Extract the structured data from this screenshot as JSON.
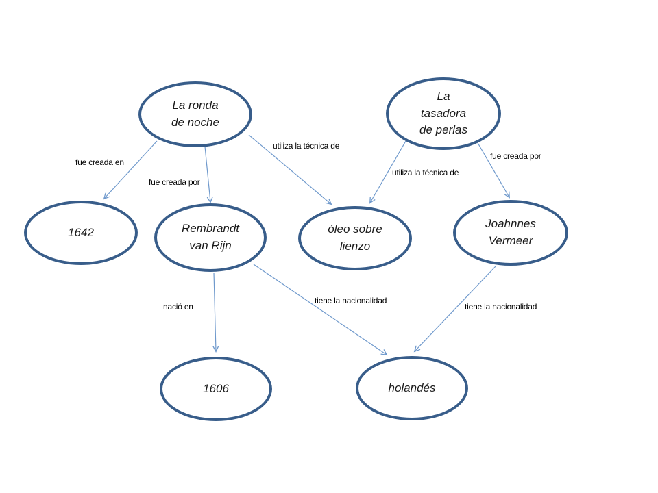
{
  "diagram": {
    "type": "concept-map",
    "colors": {
      "background": "#ffffff",
      "node_border": "#385d8a",
      "edge": "#6f99cc",
      "text": "#000000"
    },
    "nodes": [
      {
        "id": "la-ronda-de-noche",
        "label": "La ronda\nde noche"
      },
      {
        "id": "la-tasadora-de-perlas",
        "label": "La\ntasadora\nde perlas"
      },
      {
        "id": "1642",
        "label": "1642"
      },
      {
        "id": "rembrandt-van-rijn",
        "label": "Rembrandt\nvan Rijn"
      },
      {
        "id": "oleo-sobre-lienzo",
        "label": "óleo sobre\nlienzo"
      },
      {
        "id": "joahnnes-vermeer",
        "label": "Joahnnes\nVermeer"
      },
      {
        "id": "1606",
        "label": "1606"
      },
      {
        "id": "holandes",
        "label": "holandés"
      }
    ],
    "edges": [
      {
        "from": "la-ronda-de-noche",
        "to": "1642",
        "label": "fue creada en"
      },
      {
        "from": "la-ronda-de-noche",
        "to": "rembrandt-van-rijn",
        "label": "fue creada por"
      },
      {
        "from": "la-ronda-de-noche",
        "to": "oleo-sobre-lienzo",
        "label": "utiliza la técnica de"
      },
      {
        "from": "la-tasadora-de-perlas",
        "to": "oleo-sobre-lienzo",
        "label": "utiliza la técnica de"
      },
      {
        "from": "la-tasadora-de-perlas",
        "to": "joahnnes-vermeer",
        "label": "fue creada por"
      },
      {
        "from": "rembrandt-van-rijn",
        "to": "1606",
        "label": "nació en"
      },
      {
        "from": "rembrandt-van-rijn",
        "to": "holandes",
        "label": "tiene la nacionalidad"
      },
      {
        "from": "joahnnes-vermeer",
        "to": "holandes",
        "label": "tiene la nacionalidad"
      }
    ]
  }
}
